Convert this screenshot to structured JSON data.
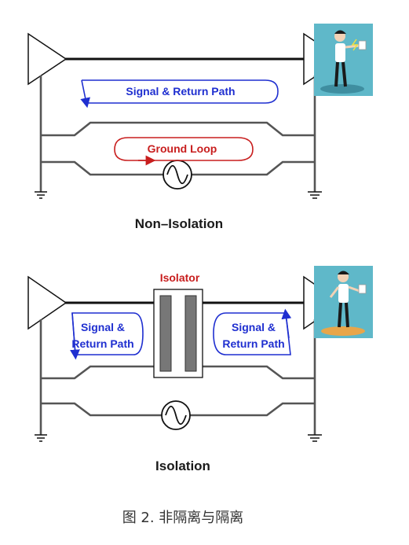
{
  "top_panel": {
    "loop1_label": "Signal & Return Path",
    "loop2_label": "Ground Loop",
    "caption": "Non–Isolation"
  },
  "bottom_panel": {
    "isolator_label": "Isolator",
    "left_loop_line1": "Signal &",
    "left_loop_line2": "Return Path",
    "right_loop_line1": "Signal &",
    "right_loop_line2": "Return Path",
    "caption": "Isolation"
  },
  "figure_caption": "图 2. 非隔离与隔离",
  "colors": {
    "signal_blue": "#1f2fd0",
    "ground_red": "#c81e1e",
    "isolator_red": "#c81e1e",
    "person_bg": "#5fb8c9"
  },
  "icons": [
    "amplifier-triangle",
    "ground-symbol",
    "ac-source",
    "person-icon"
  ]
}
